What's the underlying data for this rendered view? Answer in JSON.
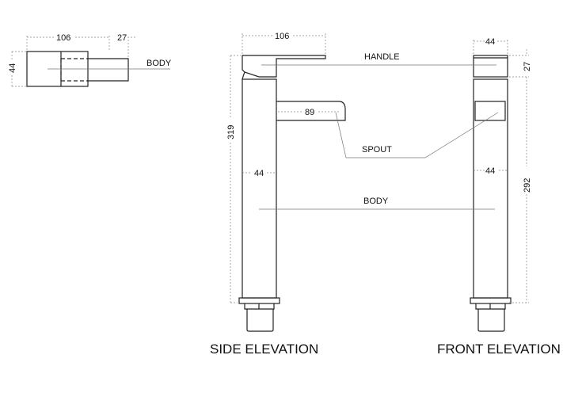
{
  "top_view": {
    "width_dim": "106",
    "offset_dim": "27",
    "height_dim": "44",
    "label": "BODY"
  },
  "side_elevation": {
    "title": "SIDE ELEVATION",
    "handle_dim": "106",
    "height_dim": "319",
    "spout_dim": "89",
    "body_dim": "44"
  },
  "front_elevation": {
    "title": "FRONT ELEVATION",
    "width_dim": "44",
    "handle_dim": "27",
    "height_dim": "292",
    "body_dim": "44"
  },
  "labels": {
    "handle": "HANDLE",
    "spout": "SPOUT",
    "body": "BODY"
  }
}
